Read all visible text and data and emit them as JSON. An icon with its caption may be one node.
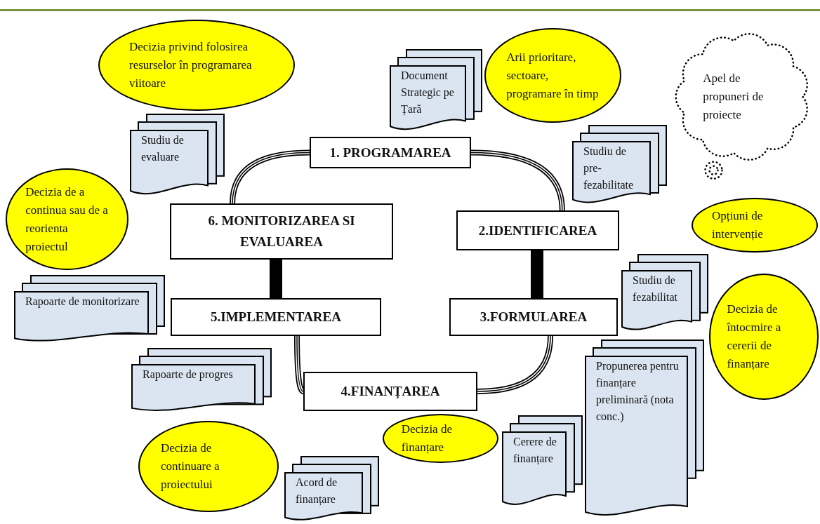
{
  "diagram": {
    "nodes": [
      {
        "text": [
          "1. PROGRAMAREA"
        ]
      },
      {
        "text": [
          "2.IDENTIFICAREA"
        ]
      },
      {
        "text": [
          "3.FORMULAREA"
        ]
      },
      {
        "text": [
          "4.FINANȚAREA"
        ]
      },
      {
        "text": [
          "5.IMPLEMENTAREA"
        ]
      },
      {
        "text": [
          "6. MONITORIZAREA SI EVALUAREA"
        ]
      },
      {
        "text": [
          "Document Strategic pe Țară"
        ]
      },
      {
        "text": [
          "Arii prioritare, sectoare, programare în timp"
        ]
      },
      {
        "text": [
          "Apel de propuneri de proiecte"
        ]
      },
      {
        "text": [
          "Decizia privind folosirea resurselor în programarea viitoare"
        ]
      },
      {
        "text": [
          "Studiu de evaluare"
        ]
      },
      {
        "text": [
          "Studiu de pre-fezabilitate"
        ]
      },
      {
        "text": [
          "Opțiuni de intervenție"
        ]
      },
      {
        "text": [
          "Decizia de a continua sau de a reorienta proiectul"
        ]
      },
      {
        "text": [
          "Rapoarte de monitorizare"
        ]
      },
      {
        "text": [
          "Studiu de fezabilitat"
        ]
      },
      {
        "text": [
          "Rapoarte de progres"
        ]
      },
      {
        "text": [
          "Decizia de întocmire a cererii de finanțare"
        ]
      },
      {
        "text": [
          "Propunerea pentru finanțare preliminară (nota conc.)"
        ]
      },
      {
        "text": [
          "Decizia de finanțare"
        ]
      },
      {
        "text": [
          "Cerere de finanțare"
        ]
      },
      {
        "text": [
          "Decizia de continuare a proiectului"
        ]
      },
      {
        "text": [
          "Acord de finanțare"
        ]
      }
    ],
    "edges": [
      {
        "from": 0,
        "to": 1,
        "arrow": "none"
      },
      {
        "from": 1,
        "to": 2,
        "arrow": "none",
        "style": "thick"
      },
      {
        "from": 2,
        "to": 3,
        "arrow": "none"
      },
      {
        "from": 3,
        "to": 4,
        "arrow": "none"
      },
      {
        "from": 4,
        "to": 5,
        "arrow": "none",
        "style": "thick"
      },
      {
        "from": 5,
        "to": 0,
        "arrow": "none"
      }
    ]
  }
}
